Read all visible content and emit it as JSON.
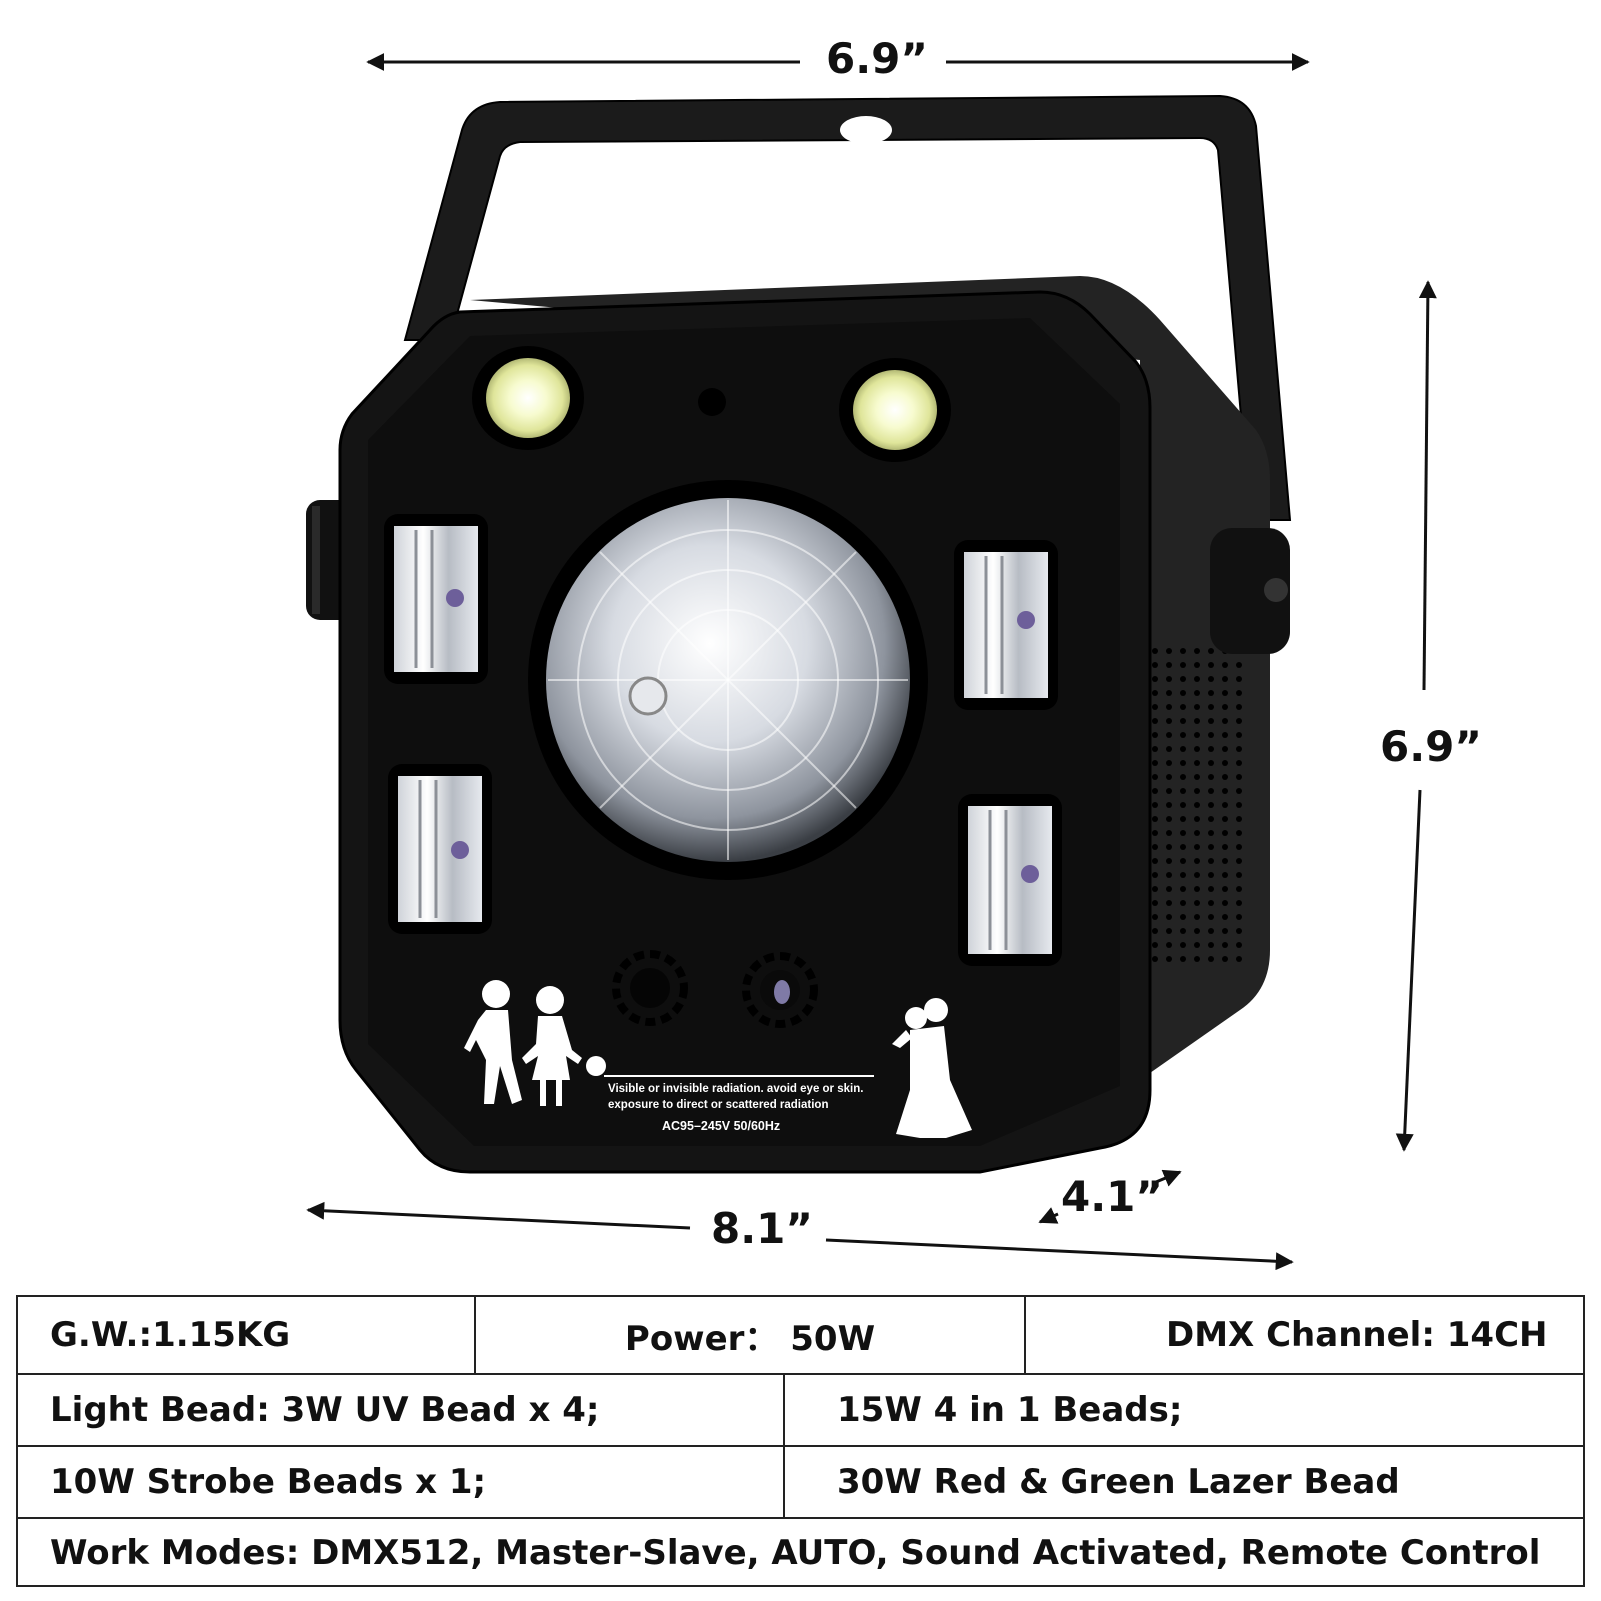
{
  "dimensions": {
    "top_width": "6.9”",
    "right_height": "6.9”",
    "bottom_length": "8.1”",
    "depth": "4.1”"
  },
  "device_label": {
    "warning_line1": "Visible or invisible radiation. avoid eye or skin.",
    "warning_line2": "exposure to direct or scattered radiation",
    "voltage": "AC95–245V 50/60Hz"
  },
  "specs": {
    "gross_weight": "G.W.:1.15KG",
    "power": "Power： 50W",
    "dmx_channel": "DMX Channel: 14CH",
    "light_bead": "Light Bead: 3W UV Bead x 4;",
    "beads_4in1": "15W 4 in 1 Beads;",
    "strobe_beads": "10W Strobe Beads x 1;",
    "lazer_bead": "30W Red & Green Lazer Bead",
    "work_modes": "Work Modes: DMX512, Master-Slave, AUTO, Sound Activated, Remote Control"
  },
  "colors": {
    "housing": "#161616",
    "panel": "#0d0d0d",
    "strobe_led": "#f4f7c6",
    "table_border": "#222222"
  }
}
